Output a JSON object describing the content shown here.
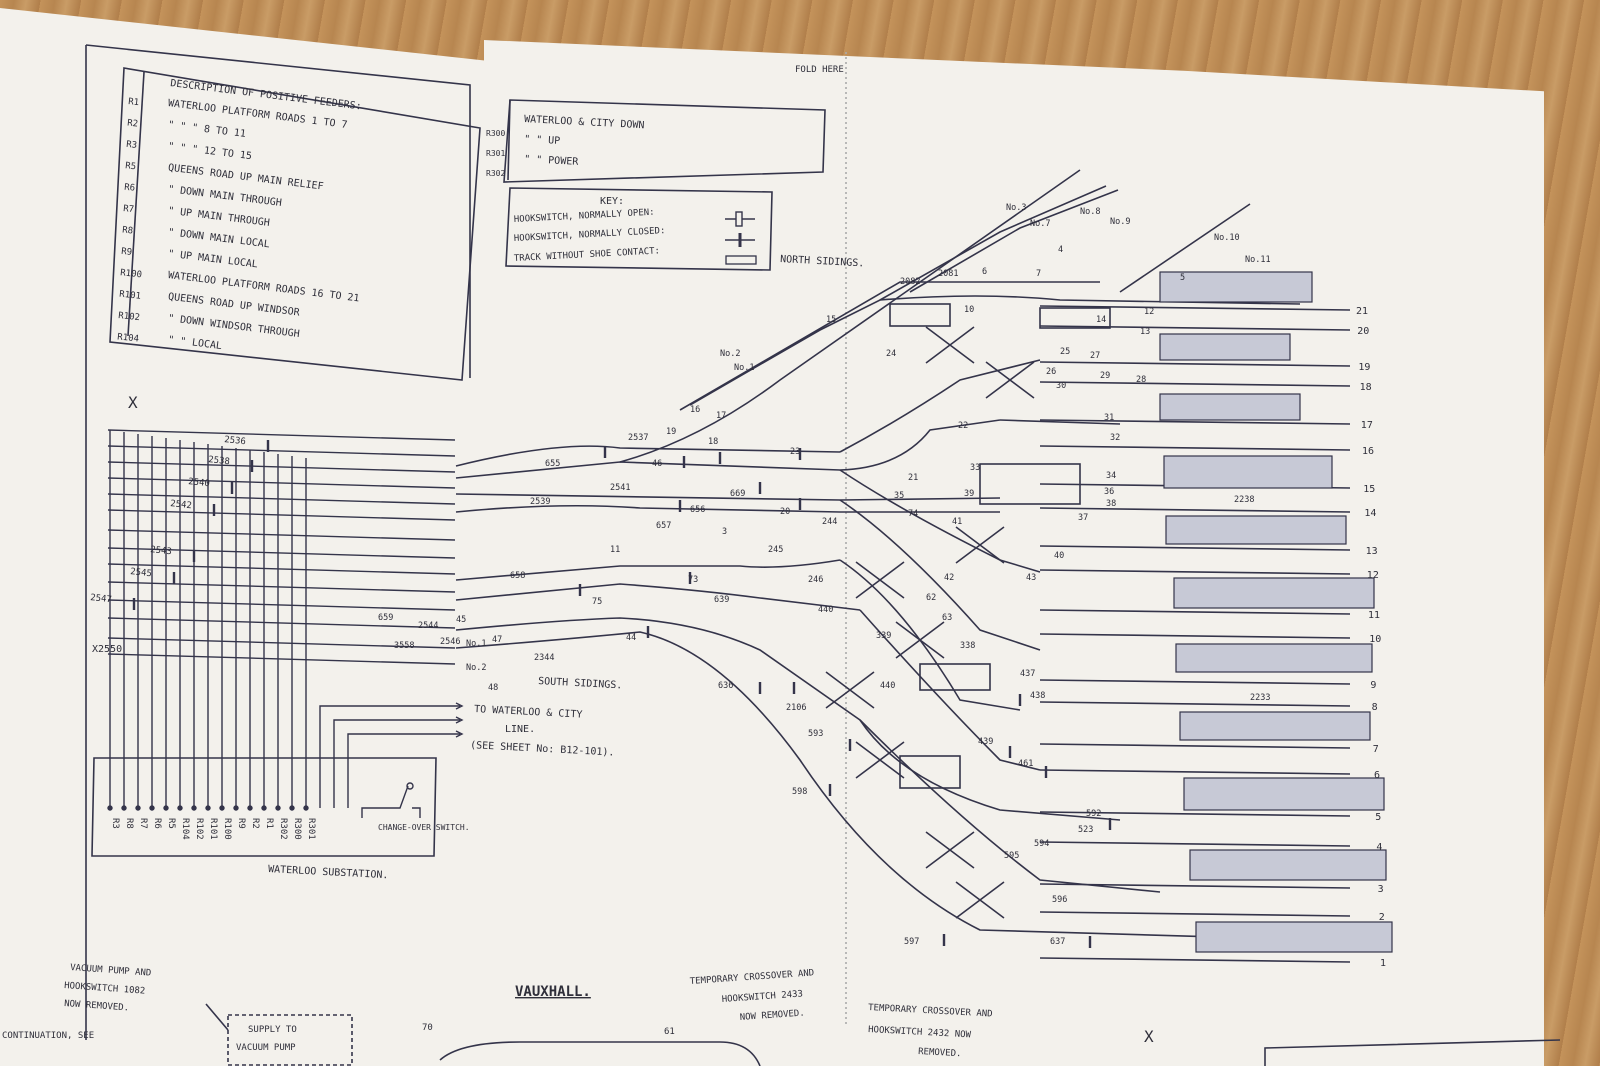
{
  "fold_label": "FOLD HERE",
  "feeders": {
    "title": "DESCRIPTION OF POSITIVE FEEDERS:",
    "rows": [
      {
        "code": "R1",
        "desc": "WATERLOO PLATFORM ROADS 1 TO 7"
      },
      {
        "code": "R2",
        "desc": "\" \" \" 8 TO 11"
      },
      {
        "code": "R3",
        "desc": "\" \" \" 12 TO 15"
      },
      {
        "code": "R5",
        "desc": "QUEENS ROAD UP MAIN RELIEF"
      },
      {
        "code": "R6",
        "desc": "\" DOWN MAIN THROUGH"
      },
      {
        "code": "R7",
        "desc": "\" UP MAIN THROUGH"
      },
      {
        "code": "R8",
        "desc": "\" DOWN MAIN LOCAL"
      },
      {
        "code": "R9",
        "desc": "\" UP MAIN LOCAL"
      },
      {
        "code": "R100",
        "desc": "WATERLOO PLATFORM ROADS 16 TO 21"
      },
      {
        "code": "R101",
        "desc": "QUEENS ROAD UP WINDSOR"
      },
      {
        "code": "R102",
        "desc": "\" DOWN WINDSOR THROUGH"
      },
      {
        "code": "R104",
        "desc": "\" \" LOCAL"
      }
    ]
  },
  "wc_box": {
    "rows": [
      {
        "code": "R300",
        "desc": "WATERLOO & CITY DOWN"
      },
      {
        "code": "R301",
        "desc": "\" \" UP"
      },
      {
        "code": "R302",
        "desc": "\" \" POWER"
      }
    ]
  },
  "key": {
    "title": "KEY:",
    "items": [
      {
        "label": "HOOKSWITCH, NORMALLY OPEN:",
        "symbol": "open"
      },
      {
        "label": "HOOKSWITCH, NORMALLY CLOSED:",
        "symbol": "closed"
      },
      {
        "label": "TRACK WITHOUT SHOE CONTACT:",
        "symbol": "rect"
      }
    ]
  },
  "labels": {
    "north_sidings": "NORTH SIDINGS.",
    "south_sidings": "SOUTH SIDINGS.",
    "substation": "WATERLOO SUBSTATION.",
    "changeover": "CHANGE-OVER SWITCH.",
    "wc_note_1": "TO WATERLOO & CITY",
    "wc_note_2": "LINE.",
    "wc_note_3": "(SEE SHEET No: B12-101).",
    "vauxhall": "VAUXHALL.",
    "temp1_1": "TEMPORARY CROSSOVER AND",
    "temp1_2": "HOOKSWITCH 2433",
    "temp1_3": "NOW REMOVED.",
    "temp2_1": "TEMPORARY CROSSOVER AND",
    "temp2_2": "HOOKSWITCH 2432 NOW",
    "temp2_3": "REMOVED.",
    "vacuum_1": "VACUUM PUMP AND",
    "vacuum_2": "HOOKSWITCH 1082",
    "vacuum_3": "NOW REMOVED.",
    "supply_1": "SUPPLY TO",
    "supply_2": "VACUUM PUMP",
    "continuation": "CONTINUATION, SEE",
    "x_mark": "X",
    "x2550": "X2550",
    "vaux_70": "70",
    "vaux_61": "61"
  },
  "feeder_terminals": [
    "R3",
    "R8",
    "R7",
    "R6",
    "R5",
    "R104",
    "R102",
    "R101",
    "R100",
    "R9",
    "R2",
    "R1",
    "R302",
    "R300",
    "R301"
  ],
  "left_hookswitches": [
    {
      "id": "2536"
    },
    {
      "id": "2538"
    },
    {
      "id": "2540"
    },
    {
      "id": "2542"
    },
    {
      "id": "2543"
    },
    {
      "id": "2545"
    },
    {
      "id": "2547"
    }
  ],
  "platforms": [
    "21",
    "20",
    "19",
    "18",
    "17",
    "16",
    "15",
    "14",
    "13",
    "12",
    "11",
    "10",
    "9",
    "8",
    "7",
    "6",
    "5",
    "4",
    "3",
    "2",
    "1"
  ],
  "track_numbers": [
    {
      "t": "655"
    },
    {
      "t": "2537"
    },
    {
      "t": "46"
    },
    {
      "t": "18"
    },
    {
      "t": "23"
    },
    {
      "t": "19"
    },
    {
      "t": "2539"
    },
    {
      "t": "2541"
    },
    {
      "t": "669"
    },
    {
      "t": "656"
    },
    {
      "t": "657"
    },
    {
      "t": "3"
    },
    {
      "t": "20"
    },
    {
      "t": "11"
    },
    {
      "t": "73"
    },
    {
      "t": "658"
    },
    {
      "t": "75"
    },
    {
      "t": "639"
    },
    {
      "t": "659"
    },
    {
      "t": "2544"
    },
    {
      "t": "45"
    },
    {
      "t": "2546"
    },
    {
      "t": "3558"
    },
    {
      "t": "44"
    },
    {
      "t": "47"
    },
    {
      "t": "48"
    },
    {
      "t": "2344"
    },
    {
      "t": "No.1"
    },
    {
      "t": "No.2"
    },
    {
      "t": "245"
    },
    {
      "t": "244"
    },
    {
      "t": "246"
    },
    {
      "t": "440"
    },
    {
      "t": "339"
    },
    {
      "t": "338"
    },
    {
      "t": "636"
    },
    {
      "t": "2106"
    },
    {
      "t": "440"
    },
    {
      "t": "437"
    },
    {
      "t": "438"
    },
    {
      "t": "439"
    },
    {
      "t": "461"
    },
    {
      "t": "593"
    },
    {
      "t": "598"
    },
    {
      "t": "592"
    },
    {
      "t": "523"
    },
    {
      "t": "594"
    },
    {
      "t": "595"
    },
    {
      "t": "596"
    },
    {
      "t": "597"
    },
    {
      "t": "637"
    },
    {
      "t": "2233"
    },
    {
      "t": "2238"
    },
    {
      "t": "15"
    },
    {
      "t": "16"
    },
    {
      "t": "17"
    },
    {
      "t": "24"
    },
    {
      "t": "2082"
    },
    {
      "t": "2081"
    },
    {
      "t": "6"
    },
    {
      "t": "10"
    },
    {
      "t": "7"
    },
    {
      "t": "4"
    },
    {
      "t": "5"
    },
    {
      "t": "14"
    },
    {
      "t": "12"
    },
    {
      "t": "13"
    },
    {
      "t": "25"
    },
    {
      "t": "26"
    },
    {
      "t": "27"
    },
    {
      "t": "29"
    },
    {
      "t": "30"
    },
    {
      "t": "28"
    },
    {
      "t": "22"
    },
    {
      "t": "31"
    },
    {
      "t": "32"
    },
    {
      "t": "21"
    },
    {
      "t": "33"
    },
    {
      "t": "34"
    },
    {
      "t": "36"
    },
    {
      "t": "38"
    },
    {
      "t": "37"
    },
    {
      "t": "35"
    },
    {
      "t": "39"
    },
    {
      "t": "41"
    },
    {
      "t": "74"
    },
    {
      "t": "40"
    },
    {
      "t": "42"
    },
    {
      "t": "43"
    },
    {
      "t": "62"
    },
    {
      "t": "63"
    },
    {
      "t": "No.2"
    },
    {
      "t": "No.1"
    },
    {
      "t": "No.3"
    },
    {
      "t": "No.7"
    },
    {
      "t": "No.8"
    },
    {
      "t": "No.9"
    },
    {
      "t": "No.10"
    },
    {
      "t": "No.11"
    }
  ]
}
